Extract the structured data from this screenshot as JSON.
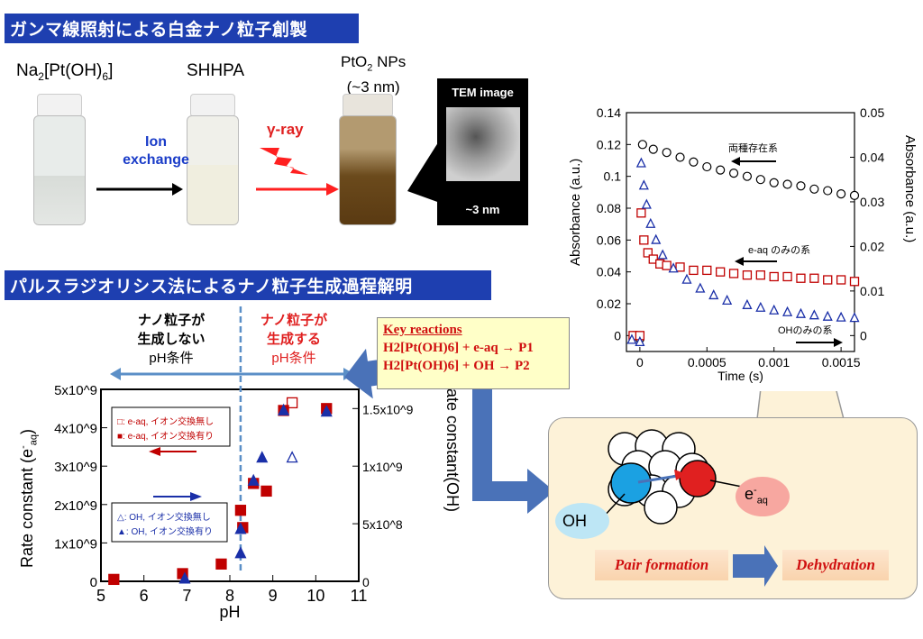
{
  "section1": {
    "title": "ガンマ線照射による白金ナノ粒子創製",
    "sample1": "Na2[Pt(OH)6]",
    "sample2": "SHHPA",
    "sample3_line1": "PtO2 NPs",
    "sample3_line2": "(~3 nm)",
    "step1_line1": "Ion",
    "step1_line2": "exchange",
    "step2": "γ-ray",
    "tem_title": "TEM image",
    "tem_scale": "~3 nm"
  },
  "section2": {
    "title": "パルスラジオリシス法によるナノ粒子生成過程解明",
    "no_form_line1": "ナノ粒子が",
    "no_form_line2": "生成しない",
    "no_form_line3": "pH条件",
    "form_line1": "ナノ粒子が",
    "form_line2": "生成する",
    "form_line3": "pH条件"
  },
  "key_reactions": {
    "title": "Key reactions",
    "r1": "H2[Pt(OH)6] + e-aq → P1",
    "r2": "H2[Pt(OH)6] + OH → P2"
  },
  "mechanism": {
    "oh_label": "OH",
    "e_label": "e-aq",
    "step1": "Pair formation",
    "step2": "Dehydration"
  },
  "colors": {
    "title_bar": "#1e3fb0",
    "red": "#c00000",
    "blue": "#1a2fa8",
    "panel": "#fdf2d8"
  },
  "chart_data": [
    {
      "type": "scatter",
      "xlabel": "pH",
      "ylabel": "Rate constant (e-aq)",
      "y2label": "Rate constant(OH)",
      "xlim": [
        5,
        11
      ],
      "ylim": [
        0,
        5000000000.0
      ],
      "y2lim": [
        0,
        1666700000.0
      ],
      "xticks": [
        "5",
        "6",
        "7",
        "8",
        "9",
        "10",
        "11"
      ],
      "yticks": [
        "0",
        "1x10^9",
        "2x10^9",
        "3x10^9",
        "4x10^9",
        "5x10^9"
      ],
      "y2ticks": [
        "0",
        "5x10^8",
        "1x10^9",
        "1.5x10^9"
      ],
      "threshold_pH": 8.25,
      "legend_e": [
        "□: e-aq, イオン交換無し",
        "■: e-aq, イオン交換有り"
      ],
      "legend_oh": [
        "△: OH, イオン交換無し",
        "▲: OH, イオン交換有り"
      ],
      "series": [
        {
          "name": "e-aq, イオン交換無し",
          "axis": "left",
          "marker": "open-square",
          "color": "#c00000",
          "points": [
            [
              9.45,
              4650000000.0
            ]
          ]
        },
        {
          "name": "e-aq, イオン交換有り",
          "axis": "left",
          "marker": "filled-square",
          "color": "#c00000",
          "points": [
            [
              5.3,
              50000000.0
            ],
            [
              6.9,
              200000000.0
            ],
            [
              7.8,
              450000000.0
            ],
            [
              8.25,
              1850000000.0
            ],
            [
              8.3,
              1400000000.0
            ],
            [
              8.55,
              2550000000.0
            ],
            [
              8.85,
              2350000000.0
            ],
            [
              9.25,
              4450000000.0
            ],
            [
              10.25,
              4500000000.0
            ]
          ]
        },
        {
          "name": "OH, イオン交換無し",
          "axis": "right",
          "marker": "open-triangle",
          "color": "#1a2fa8",
          "points": [
            [
              9.45,
              1070000000.0
            ]
          ]
        },
        {
          "name": "OH, イオン交換有り",
          "axis": "right",
          "marker": "filled-triangle",
          "color": "#1a2fa8",
          "points": [
            [
              6.95,
              20000000.0
            ],
            [
              8.25,
              240000000.0
            ],
            [
              8.25,
              450000000.0
            ],
            [
              8.55,
              870000000.0
            ],
            [
              8.75,
              1070000000.0
            ],
            [
              9.25,
              1480000000.0
            ],
            [
              10.25,
              1470000000.0
            ]
          ]
        }
      ]
    },
    {
      "type": "scatter",
      "xlabel": "Time (s)",
      "ylabel": "Absorbance (a.u.)",
      "y2label": "Absorbance (a.u.)",
      "xlim": [
        -0.0001,
        0.0016
      ],
      "ylim": [
        -0.01,
        0.14
      ],
      "y2lim": [
        -0.00357,
        0.05
      ],
      "xticks": [
        "0",
        "0.0005",
        "0.001",
        "0.0015"
      ],
      "yticks": [
        "0",
        "0.02",
        "0.04",
        "0.06",
        "0.08",
        "0.1",
        "0.12",
        "0.14"
      ],
      "y2ticks": [
        "0",
        "0.01",
        "0.02",
        "0.03",
        "0.04",
        "0.05"
      ],
      "annotations": [
        "両種存在系",
        "e-aq のみの系",
        "OHのみの系"
      ],
      "series": [
        {
          "name": "両種存在系",
          "axis": "left",
          "marker": "open-circle",
          "color": "#000000",
          "points": [
            [
              -5e-05,
              0
            ],
            [
              0,
              -0.002
            ],
            [
              2e-05,
              0.12
            ],
            [
              0.0001,
              0.117
            ],
            [
              0.0002,
              0.115
            ],
            [
              0.0003,
              0.112
            ],
            [
              0.0004,
              0.109
            ],
            [
              0.0005,
              0.106
            ],
            [
              0.0006,
              0.104
            ],
            [
              0.0007,
              0.102
            ],
            [
              0.0008,
              0.1
            ],
            [
              0.0009,
              0.098
            ],
            [
              0.001,
              0.096
            ],
            [
              0.0011,
              0.095
            ],
            [
              0.0012,
              0.094
            ],
            [
              0.0013,
              0.092
            ],
            [
              0.0014,
              0.091
            ],
            [
              0.0015,
              0.089
            ],
            [
              0.0016,
              0.088
            ]
          ]
        },
        {
          "name": "e-aq のみの系",
          "axis": "left",
          "marker": "open-square",
          "color": "#c00000",
          "points": [
            [
              -5e-05,
              0
            ],
            [
              0,
              0
            ],
            [
              1e-05,
              0.077
            ],
            [
              3e-05,
              0.06
            ],
            [
              6e-05,
              0.052
            ],
            [
              0.0001,
              0.048
            ],
            [
              0.00015,
              0.045
            ],
            [
              0.0002,
              0.044
            ],
            [
              0.0003,
              0.043
            ],
            [
              0.0004,
              0.041
            ],
            [
              0.0005,
              0.041
            ],
            [
              0.0006,
              0.04
            ],
            [
              0.0007,
              0.039
            ],
            [
              0.0008,
              0.038
            ],
            [
              0.0009,
              0.038
            ],
            [
              0.001,
              0.037
            ],
            [
              0.0011,
              0.037
            ],
            [
              0.0012,
              0.036
            ],
            [
              0.0013,
              0.036
            ],
            [
              0.0014,
              0.035
            ],
            [
              0.0015,
              0.035
            ],
            [
              0.0016,
              0.034
            ]
          ]
        },
        {
          "name": "OHのみの系",
          "axis": "right",
          "marker": "open-triangle",
          "color": "#1a2fa8",
          "points": [
            [
              -6e-05,
              -0.001
            ],
            [
              0,
              -0.0015
            ],
            [
              1e-05,
              0.0386
            ],
            [
              3e-05,
              0.0336
            ],
            [
              5e-05,
              0.0293
            ],
            [
              8e-05,
              0.025
            ],
            [
              0.00012,
              0.0214
            ],
            [
              0.00017,
              0.018
            ],
            [
              0.00025,
              0.015
            ],
            [
              0.00035,
              0.0125
            ],
            [
              0.00045,
              0.0105
            ],
            [
              0.00055,
              0.009
            ],
            [
              0.00065,
              0.0078
            ],
            [
              0.0008,
              0.0068
            ],
            [
              0.0009,
              0.0062
            ],
            [
              0.001,
              0.0056
            ],
            [
              0.0011,
              0.0052
            ],
            [
              0.0012,
              0.0048
            ],
            [
              0.0013,
              0.0045
            ],
            [
              0.0014,
              0.0042
            ],
            [
              0.0015,
              0.004
            ],
            [
              0.0016,
              0.0039
            ]
          ]
        }
      ]
    }
  ]
}
